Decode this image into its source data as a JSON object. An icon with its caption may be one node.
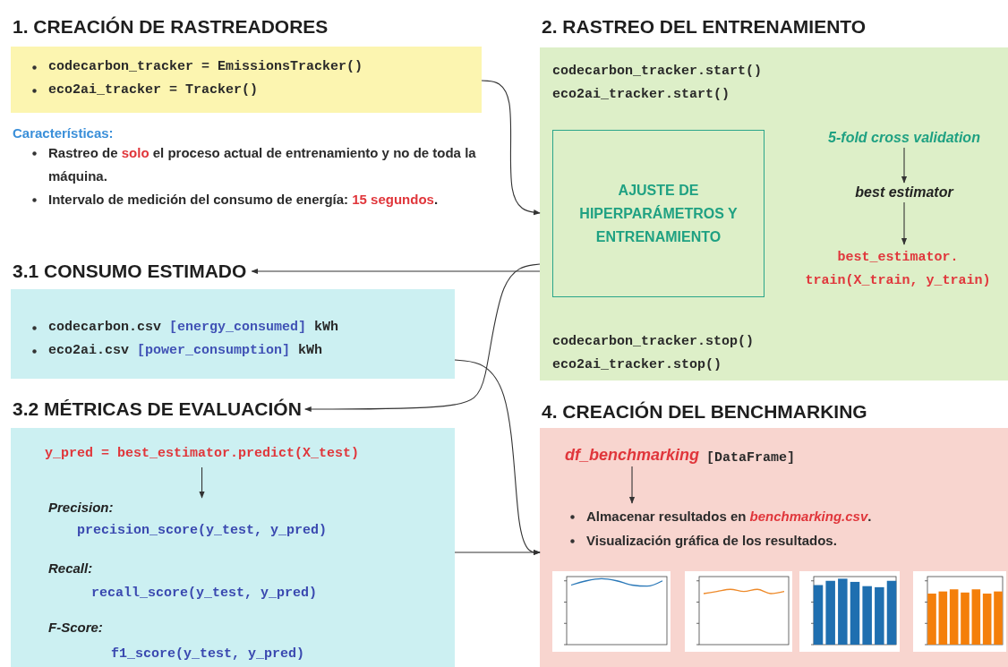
{
  "diagram": {
    "nodes": [
      {
        "text": [
          "1. CREACIÓN DE RASTREADORES"
        ]
      },
      {
        "text": [
          "codecarbon_tracker = EmissionsTracker()",
          "eco2ai_tracker = Tracker()"
        ]
      },
      {
        "text": [
          "2. RASTREO DEL ENTRENAMIENTO"
        ]
      },
      {
        "text": [
          "codecarbon_tracker.start() eco2ai_tracker.start()",
          "codecarbon_tracker.stop() eco2ai_tracker.stop()"
        ]
      },
      {
        "text": [
          "AJUSTE DE HIPERPARÁMETROS Y ENTRENAMIENTO"
        ],
        "in": 3
      },
      {
        "text": [
          "5-fold cross validation"
        ],
        "in": 3
      },
      {
        "text": [
          "best estimator"
        ],
        "in": 3
      },
      {
        "text": [
          "best_estimator. train(X_train, y_train)"
        ],
        "in": 3
      },
      {
        "text": [
          "3.1 CONSUMO ESTIMADO"
        ]
      },
      {
        "text": [
          "codecarbon.csv **[energy_consumed]** kWh",
          "eco2ai.csv **[power_consumption]** kWh"
        ]
      },
      {
        "text": [
          "3.2 MÉTRICAS DE EVALUACIÓN"
        ]
      },
      {
        "text": [
          "Recall:",
          "recall_score(y_test, y_pred)",
          "F-Score:",
          "f1_score(y_test, y_pred)"
        ]
      },
      {
        "text": [
          "y_pred = best_estimator.predict(X_test)"
        ],
        "in": 11
      },
      {
        "text": [
          "Precision:",
          "precision_score(y_test, y_pred)"
        ],
        "in": 11
      },
      {
        "text": [
          "4. CREACIÓN DEL BENCHMARKING"
        ]
      },
      {
        "text": [
          "Visualización gráfica de los resultados."
        ]
      },
      {
        "text": [
          "df_benchmarking"
        ],
        "in": 15,
        "beside": [
          "[DataFrame]"
        ]
      },
      {
        "text": [
          "Almacenar resultados en *benchmarking.csv*."
        ],
        "in": 15
      }
    ],
    "edges": [
      {
        "from": 1,
        "to": 3,
        "arrow": "to"
      },
      {
        "from": 3,
        "to": 8,
        "arrow": "to"
      },
      {
        "from": 3,
        "to": 10,
        "arrow": "to"
      },
      {
        "from": 9,
        "to": 15,
        "arrow": "to"
      },
      {
        "from": 11,
        "to": 15,
        "arrow": "to"
      },
      {
        "from": 5,
        "to": 6,
        "arrow": "to"
      },
      {
        "from": 6,
        "to": 7,
        "arrow": "to"
      },
      {
        "from": 12,
        "to": 13,
        "arrow": "to"
      },
      {
        "from": 16,
        "to": 17,
        "arrow": "to"
      }
    ],
    "labels": [
      "Características:",
      "Rastreo de **solo** el proceso actual de entrenamiento y no de toda la máquina.",
      "Intervalo de medición del consumo de energía: **15 segundos**."
    ]
  }
}
